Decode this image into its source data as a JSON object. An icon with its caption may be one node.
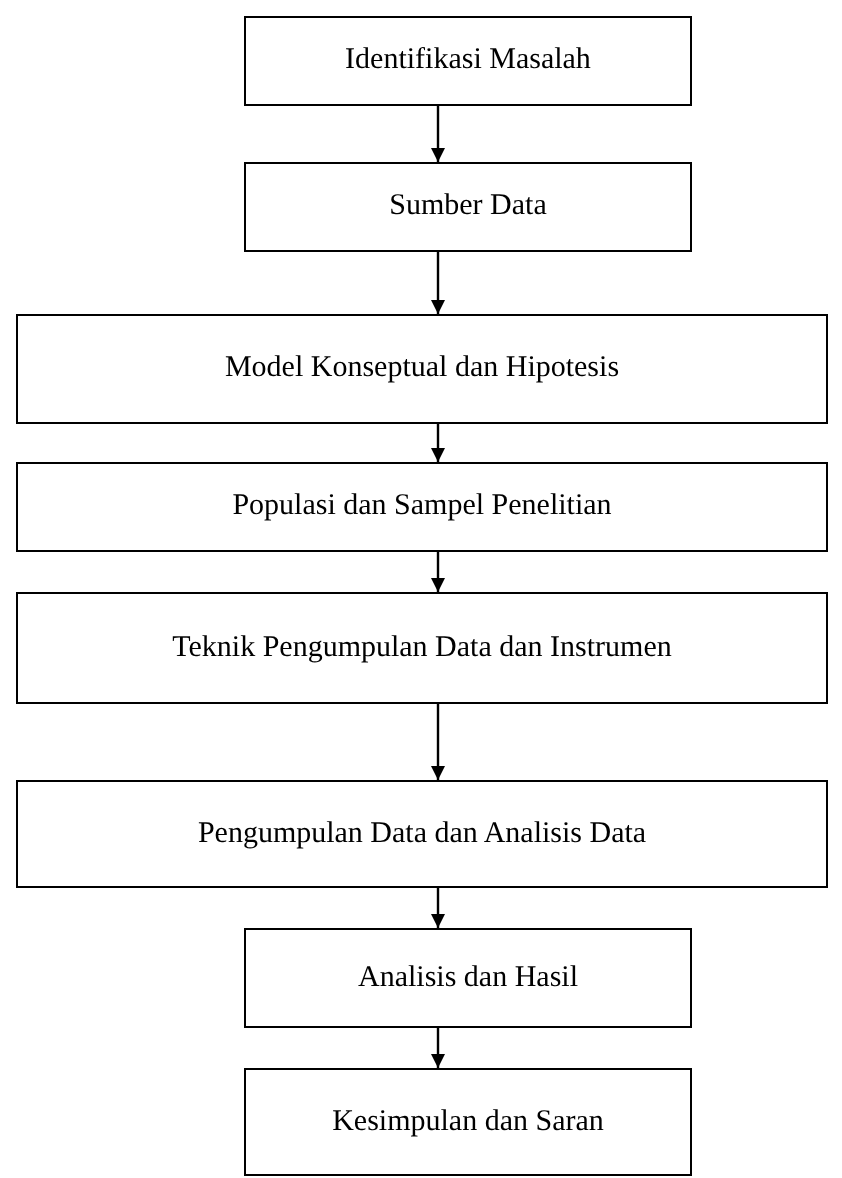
{
  "diagram": {
    "nodes": [
      {
        "text": [
          "Identifikasi Masalah"
        ]
      },
      {
        "text": [
          "Sumber Data"
        ]
      },
      {
        "text": [
          "Model Konseptual dan Hipotesis"
        ]
      },
      {
        "text": [
          "Populasi dan Sampel Penelitian"
        ]
      },
      {
        "text": [
          "Teknik Pengumpulan Data dan Instrumen"
        ]
      },
      {
        "text": [
          "Pengumpulan Data dan Analisis Data"
        ]
      },
      {
        "text": [
          "Analisis dan Hasil"
        ]
      },
      {
        "text": [
          "Kesimpulan dan Saran"
        ]
      }
    ],
    "edges": [
      {
        "from": 0,
        "to": 1,
        "arrow": "to"
      },
      {
        "from": 1,
        "to": 2,
        "arrow": "to"
      },
      {
        "from": 2,
        "to": 3,
        "arrow": "to"
      },
      {
        "from": 3,
        "to": 4,
        "arrow": "to"
      },
      {
        "from": 4,
        "to": 5,
        "arrow": "to"
      },
      {
        "from": 5,
        "to": 6,
        "arrow": "to"
      },
      {
        "from": 6,
        "to": 7,
        "arrow": "to"
      }
    ]
  }
}
